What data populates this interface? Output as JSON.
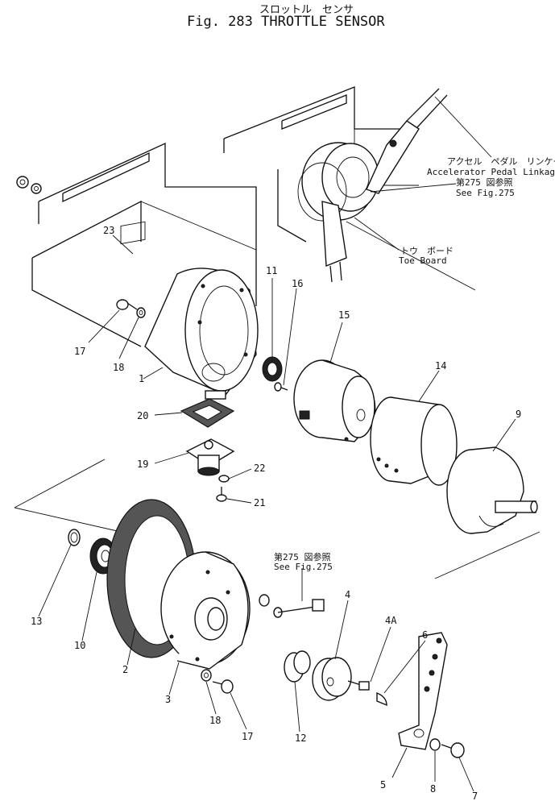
{
  "header": {
    "title_jp": "スロットル　センサ",
    "title_en": "Fig. 283  THROTTLE SENSOR"
  },
  "callouts": {
    "accelerator_jp": "アクセル　ペダル　リンケージ",
    "accelerator_en": "Accelerator Pedal Linkage",
    "see275_jp_top": "第275 図参照",
    "see275_en_top": "See  Fig.275",
    "toe_jp": "トウ　ボード",
    "toe_en": "Toe Board",
    "see275_jp_mid": "第275 図参照",
    "see275_en_mid": "See  Fig.275"
  },
  "part_numbers": {
    "p1": "1",
    "p2": "2",
    "p3": "3",
    "p4": "4",
    "p4a": "4A",
    "p5": "5",
    "p6": "6",
    "p7": "7",
    "p8": "8",
    "p9": "9",
    "p10": "10",
    "p11": "11",
    "p12": "12",
    "p13": "13",
    "p14": "14",
    "p15": "15",
    "p16": "16",
    "p17a": "17",
    "p17b": "17",
    "p18a": "18",
    "p18b": "18",
    "p19": "19",
    "p20": "20",
    "p21": "21",
    "p22": "22",
    "p23": "23"
  }
}
